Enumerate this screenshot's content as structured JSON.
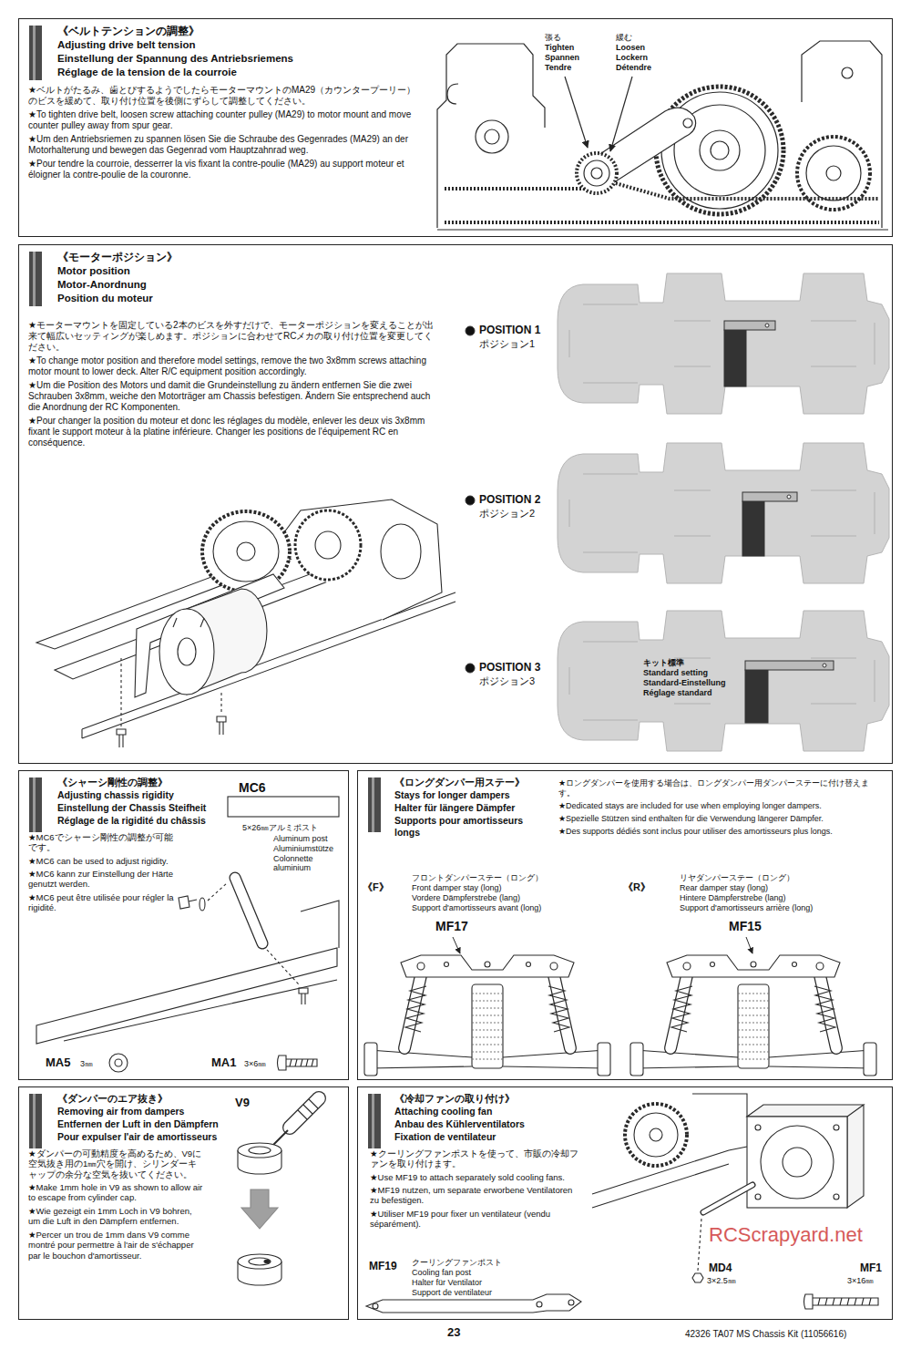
{
  "diagram": {
    "nodes": [
      {
        "text": [
          "《ベルトテンションの調整》",
          "Adjusting drive belt tension",
          "Einstellung der Spannung des Antriebsriemens",
          "Réglage de la tension de la courroie",
          "★ベルトがたるみ、歯とびするようでしたらモーターマウントのMA29（カウンタープーリー）のビスを緩めて、取り付け位置を後側にずらして調整してください。",
          "★To tighten drive belt, loosen screw attaching counter pulley (MA29) to motor mount and move counter pulley away from spur gear.",
          "★Um den Antriebsriemen zu spannen lösen Sie die Schraube des Gegenrades (MA29) an der Motorhalterung und bewegen das Gegenrad vom Hauptzahnrad weg.",
          "★Pour tendre la courroie, desserrer la vis fixant la contre-poulie (MA29) au support moteur et éloigner la contre-poulie de la couronne."
        ]
      },
      {
        "text": [
          "《モーターポジション》",
          "Motor position",
          "Motor-Anordnung",
          "Position du moteur",
          "★モーターマウントを固定している2本のビスを外すだけで、モーターポジションを変えることが出来て幅広いセッティングが楽しめます。ポジションに合わせてRCメカの取り付け位置を変更してください。",
          "★To change motor position and therefore model settings, remove the two 3x8mm screws attaching motor mount to lower deck. Alter R/C equipment position accordingly.",
          "★Um die Position des Motors und damit die Grundeinstellung zu ändern entfernen Sie die zwei Schrauben 3x8mm, weiche den Motorträger am Chassis befestigen. Ändern Sie entsprechend auch die Anordnung der RC Komponenten.",
          "★Pour changer la position du moteur et donc les réglages du modèle, enlever les deux vis 3x8mm fixant le support moteur à la platine inférieure. Changer les positions de l'équipement RC en conséquence."
        ]
      },
      {
        "text": [
          "《シャーシ剛性の調整》",
          "Adjusting chassis rigidity",
          "Einstellung der Chassis Steifheit",
          "Réglage de la rigidité du châssis",
          "★MC6でシャーシ剛性の調整が可能です。",
          "★MC6 can be used to adjust rigidity.",
          "★MC6 kann zur Einstellung der Härte genutzt werden.",
          "★MC6 peut être utilisée pour régler la rigidité."
        ]
      },
      {
        "text": [
          "《ロングダンパー用ステー》",
          "Stays for longer dampers",
          "Halter für längere Dämpfer",
          "Supports pour amortisseurs longs",
          "★ロングダンパーを使用する場合は、ロングダンパー用ダンパーステーに付け替えます。",
          "★Dedicated stays are included for use when employing longer dampers.",
          "★Spezielle Stützen sind enthalten für die Verwendung längerer Dämpfer.",
          "★Des supports dédiés sont inclus pour utiliser des amortisseurs plus longs."
        ]
      },
      {
        "text": [
          "《ダンパーのエア抜き》",
          "Removing air from dampers",
          "Entfernen der Luft in den Dämpfern",
          "Pour expulser l'air de amortisseurs",
          "★ダンパーの可動精度を高めるため、V9に空気抜き用の1㎜穴を開け、シリンダーキャップの余分な空気を抜いてください。",
          "★Make 1mm hole in V9 as shown to allow air to escape from cylinder cap.",
          "★Wie gezeigt ein 1mm Loch in V9 bohren, um die Luft in den Dämpfern entfernen.",
          "★Percer un trou de 1mm dans V9 comme montré pour permettre à l'air de s'échapper par le bouchon d'amortisseur."
        ]
      },
      {
        "text": [
          "《冷却ファンの取り付け》",
          "Attaching cooling fan",
          "Anbau des Kühlerventilators",
          "Fixation de ventilateur",
          "★クーリングファンポストを使って、市販の冷却ファンを取り付けます。",
          "★Use MF19 to attach separately sold cooling fans.",
          "★MF19 nutzen, um separate erworbene Ventilatoren zu befestigen.",
          "★Utiliser MF19 pour fixer un ventilateur (vendu séparément)."
        ]
      }
    ],
    "labels": [
      "張る",
      "Tighten",
      "Spannen",
      "Tendre",
      "緩む",
      "Loosen",
      "Lockern",
      "Détendre",
      "POSITION 1",
      "ポジション1",
      "POSITION 2",
      "ポジション2",
      "POSITION 3",
      "ポジション3",
      "キット標準",
      "Standard setting",
      "Standard-Einstellung",
      "Réglage standard",
      "MC6",
      "5×26㎜アルミポスト",
      "Aluminum post",
      "Aluminiumstütze",
      "Colonnette aluminium",
      "MA5",
      "3㎜",
      "MA1",
      "3×6㎜",
      "《F》",
      "フロントダンパーステー（ロング）",
      "Front damper stay (long)",
      "Vordere Dämpferstrebe (lang)",
      "Support d'amortisseurs avant (long)",
      "MF17",
      "《R》",
      "リヤダンパーステー（ロング）",
      "Rear damper stay (long)",
      "Hintere Dämpferstrebe (lang)",
      "Support d'amortisseurs arrière (long)",
      "MF15",
      "V9",
      "MF19",
      "クーリングファンポスト",
      "Cooling fan post",
      "Halter für Ventilator",
      "Support de ventilateur",
      "MD4",
      "3×2.5㎜",
      "MF1",
      "3×16㎜",
      "23",
      "42326 TA07 MS Chassis Kit (11056616)",
      "RCScrapyard.net"
    ]
  }
}
